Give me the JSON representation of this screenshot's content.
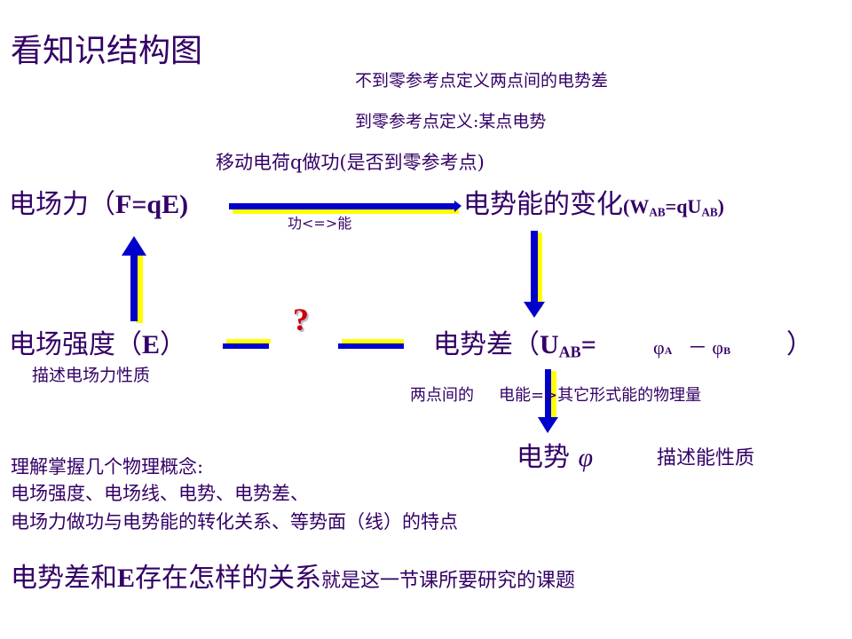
{
  "title": "看知识结构图",
  "top_notes": {
    "line1": "不到零参考点定义两点间的电势差",
    "line2": "到零参考点定义:某点电势"
  },
  "work_note": "移动电荷q做功(是否到零参考点)",
  "work_energy": "功<=>能",
  "nodes": {
    "force": {
      "label": "电场力（",
      "formula": "F=qE)"
    },
    "pe_change": {
      "label": "电势能的变化",
      "formula_open": "(W",
      "sub1": "AB",
      "formula_mid": "=qU",
      "sub2": "AB",
      "formula_close": ")"
    },
    "field": {
      "label": "电场强度（",
      "formula": "E",
      "close": "）"
    },
    "field_desc": "描述电场力性质",
    "question": "?",
    "potdiff": {
      "label": "电势差（",
      "formula_open": "U",
      "sub": "AB",
      "formula_eq": "=",
      "phi_a": "φ",
      "sub_a": "A",
      "minus": "－",
      "phi_b": "φ",
      "sub_b": "B",
      "close": "）"
    },
    "potdiff_desc_1": "两点间的",
    "potdiff_desc_2": "电能=>其它形式能的物理量",
    "potential": {
      "label": "电势",
      "symbol": "φ"
    },
    "potential_desc": "描述能性质"
  },
  "concepts": {
    "intro": "理解掌握几个物理概念:",
    "line1": "电场强度、电场线、电势、电势差、",
    "line2": "电场力做功与电势能的转化关系、等势面（线）的特点"
  },
  "bottom": {
    "big": "电势差和",
    "big_e": "E",
    "big2": "存在怎样的关系",
    "small": "就是这一节课所要研究的课题"
  },
  "colors": {
    "text": "#330066",
    "arrow": "#0000cc",
    "arrow_shadow": "#ffff00",
    "question": "#cc0000"
  }
}
